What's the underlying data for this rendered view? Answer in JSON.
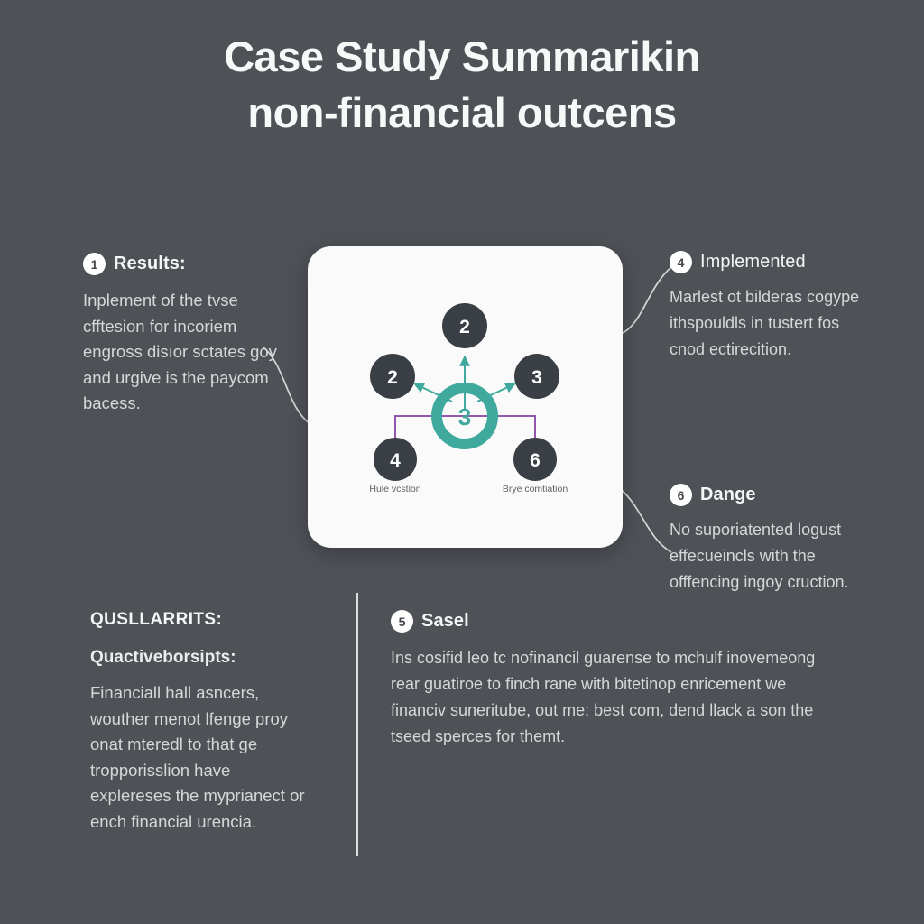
{
  "theme": {
    "background": "#4e5156",
    "card_background": "#fafafa",
    "accent_teal": "#3ea99c",
    "accent_purple": "#9257ad",
    "node_dark": "#3a3f45",
    "text_primary": "#f4f5f5",
    "text_body": "#d5d7d9",
    "divider": "#e9eaec"
  },
  "title": {
    "line1": "Case Study Summarikin",
    "line2": "non-financial outcens"
  },
  "diagram": {
    "hub": {
      "label": "3"
    },
    "nodes": [
      {
        "id": "top",
        "label": "2",
        "caption": ""
      },
      {
        "id": "left",
        "label": "2",
        "caption": ""
      },
      {
        "id": "right",
        "label": "3",
        "caption": ""
      },
      {
        "id": "bottom-left",
        "label": "4",
        "caption": "Hule vcstion"
      },
      {
        "id": "bottom-right",
        "label": "6",
        "caption": "Brye comtiation"
      }
    ]
  },
  "callouts": [
    {
      "number": "1",
      "title": "Results:",
      "body": "Inplement of the tvse cfftesion for incoriem engross disıor sctates goy and urgive is the paycom bacess."
    },
    {
      "number": "4",
      "title": "Implemented",
      "body": "Marlest ot bilderas cogype ithspouldls in tustert fos cnod ectirecition."
    },
    {
      "number": "6",
      "title": "Dange",
      "body": "No suporiatented logust effecueincls with the offfencing ingoy cruction."
    },
    {
      "number": "5",
      "title": "Sasel",
      "body": "Ins cosifid leo tc nofinancil guarense to mchulf inovemeong rear guatiroe to finch rane with bitetinop enricement we financiv suneritube, out me: best com, dend llack a son the tseed sperces for themt."
    }
  ],
  "summary": {
    "kicker": "QUSLLARRITS:",
    "subheading": "Quactiveborsipts:",
    "body": "Financiall hall asncers, wouther menot lfenge proy onat mteredl to that ge tropporisslion have explereses the myprianect or ench financial urencia."
  }
}
